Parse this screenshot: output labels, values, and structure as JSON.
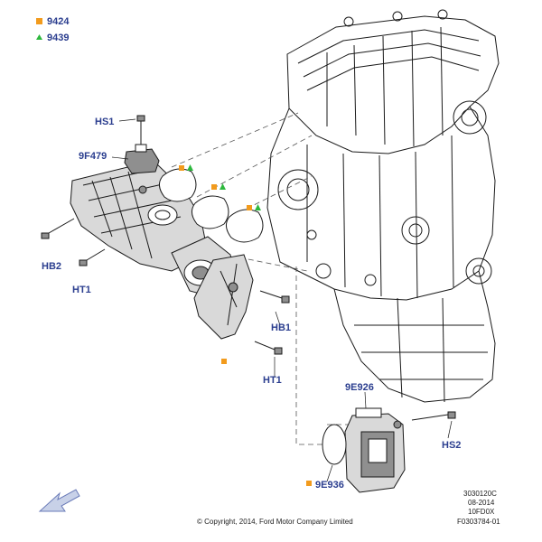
{
  "legend": [
    {
      "code": "9424",
      "markers": [
        "square"
      ]
    },
    {
      "code": "9439",
      "markers": [
        "triangle"
      ]
    }
  ],
  "marker_colors": {
    "square": "#f29b1d",
    "triangle": "#2db83d",
    "label": "#2b3e8f"
  },
  "labels": {
    "hs1": "HS1",
    "p9f479": "9F479",
    "hb2": "HB2",
    "ht1_left": "HT1",
    "hb1": "HB1",
    "ht1_right": "HT1",
    "p9e926": "9E926",
    "hs2": "HS2",
    "p9e936": "9E936"
  },
  "meta": {
    "line1": "3030120C",
    "line2": "08-2014",
    "line3": "10FD0X",
    "line4": "F0303784-01"
  },
  "copyright": "© Copyright, 2014, Ford Motor Company Limited",
  "icons": {
    "arrow": "view-direction-arrow-icon"
  }
}
